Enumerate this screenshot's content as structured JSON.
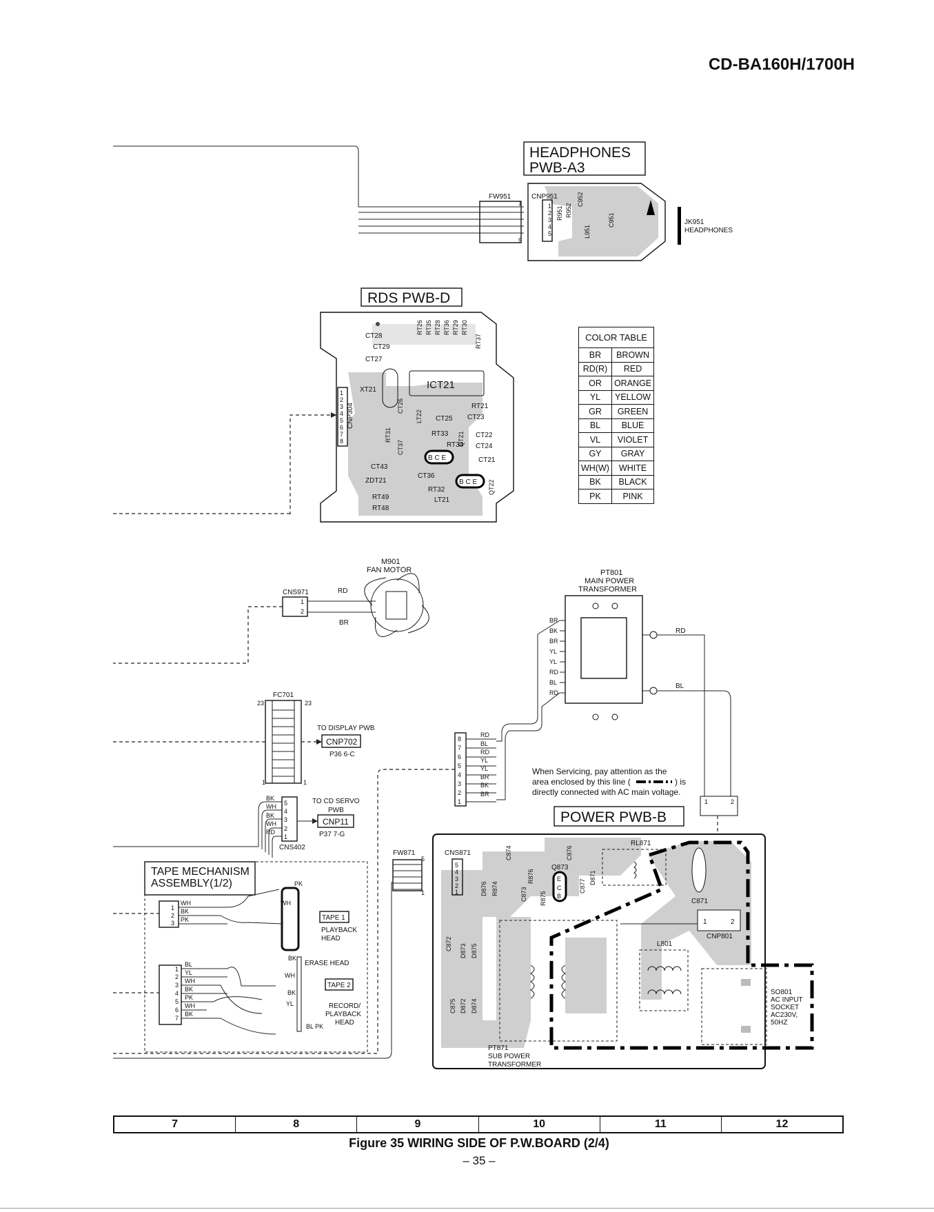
{
  "header": {
    "model": "CD-BA160H/1700H"
  },
  "boards": {
    "headphones": {
      "title_line1": "HEADPHONES",
      "title_line2": "PWB-A3"
    },
    "rds": {
      "title": "RDS PWB-D",
      "ic": "ICT21",
      "xtal": "XT21",
      "connector": "CNP304"
    },
    "power": {
      "title": "POWER PWB-B"
    },
    "tape": {
      "title_line1": "TAPE MECHANISM",
      "title_line2": "ASSEMBLY(1/2)"
    }
  },
  "labels": {
    "fw951": "FW951",
    "cnp951": "CNP951",
    "jk951": "JK951",
    "jk951_desc": "HEADPHONES",
    "m901": "M901",
    "m901_desc": "FAN MOTOR",
    "cns971": "CNS971",
    "pt801": "PT801",
    "pt801_d1": "MAIN POWER",
    "pt801_d2": "TRANSFORMER",
    "fc701": "FC701",
    "to_display": "TO DISPLAY PWB",
    "cnp702": "CNP702",
    "p36": "P36 6-C",
    "to_cd1": "TO CD SERVO",
    "to_cd2": "PWB",
    "cnp11": "CNP11",
    "p37": "P37 7-G",
    "cns402": "CNS402",
    "fw871": "FW871",
    "cns871": "CNS871",
    "rl871": "RL871",
    "q873": "Q873",
    "c871": "C871",
    "l801": "L801",
    "cnp801": "CNP801",
    "so801": "SO801",
    "so801_d1": "AC INPUT",
    "so801_d2": "SOCKET",
    "so801_d3": "AC230V,",
    "so801_d4": "50HZ",
    "pt871": "PT871",
    "pt871_d1": "SUB POWER",
    "pt871_d2": "TRANSFORMER",
    "tape1": "TAPE 1",
    "tape2": "TAPE 2",
    "playback1": "PLAYBACK",
    "playback2": "HEAD",
    "erase": "ERASE HEAD",
    "rec1": "RECORD/",
    "rec2": "PLAYBACK",
    "rec3": "HEAD",
    "note1": "When Servicing, pay attention as the",
    "note2": "area enclosed by this line (",
    "note2b": ") is",
    "note3": "directly connected with AC main voltage."
  },
  "rds_parts": [
    "CT28",
    "CT29",
    "CT27",
    "RT26",
    "RT35",
    "RT28",
    "RT36",
    "RT29",
    "RT30",
    "RT37",
    "RT21",
    "CT23",
    "CT25",
    "CT22",
    "RT33",
    "RT34",
    "CT24",
    "CT21",
    "CT43",
    "CT36",
    "RT32",
    "LT21",
    "ZDT21",
    "RT49",
    "RT48",
    "QT21",
    "QT22",
    "LT22",
    "CT37",
    "RT31",
    "CT26"
  ],
  "hp_parts": [
    "R951",
    "R952",
    "C952",
    "L951",
    "C951"
  ],
  "power_parts": [
    "C874",
    "C876",
    "R876",
    "R874",
    "D876",
    "C873",
    "R875",
    "C877",
    "D871",
    "C872",
    "D873",
    "D875",
    "C875",
    "D872",
    "D874"
  ],
  "color_table": {
    "caption": "COLOR  TABLE",
    "rows": [
      {
        "code": "BR",
        "name": "BROWN"
      },
      {
        "code": "RD(R)",
        "name": "RED"
      },
      {
        "code": "OR",
        "name": "ORANGE"
      },
      {
        "code": "YL",
        "name": "YELLOW"
      },
      {
        "code": "GR",
        "name": "GREEN"
      },
      {
        "code": "BL",
        "name": "BLUE"
      },
      {
        "code": "VL",
        "name": "VIOLET"
      },
      {
        "code": "GY",
        "name": "GRAY"
      },
      {
        "code": "WH(W)",
        "name": "WHITE"
      },
      {
        "code": "BK",
        "name": "BLACK"
      },
      {
        "code": "PK",
        "name": "PINK"
      }
    ]
  },
  "wire_colors": {
    "fan": [
      "RD",
      "BR"
    ],
    "pt801_left": [
      "BR",
      "BK",
      "BR",
      "YL",
      "YL",
      "RD",
      "BL",
      "RD"
    ],
    "pt801_right": [
      "RD",
      "BL"
    ],
    "cns871_in": [
      "RD",
      "BL",
      "RD",
      "YL",
      "YL",
      "BR",
      "BK",
      "BR"
    ],
    "cns402": [
      "BK",
      "WH",
      "BK",
      "WH",
      "RD"
    ],
    "tape1": [
      "WH",
      "BK",
      "PK"
    ],
    "tape2": [
      "BL",
      "YL",
      "WH",
      "BK",
      "PK",
      "WH",
      "BK"
    ]
  },
  "scale": [
    "7",
    "8",
    "9",
    "10",
    "11",
    "12"
  ],
  "footer": {
    "figure": "Figure 35 WIRING SIDE OF P.W.BOARD (2/4)",
    "page": "– 35 –"
  }
}
